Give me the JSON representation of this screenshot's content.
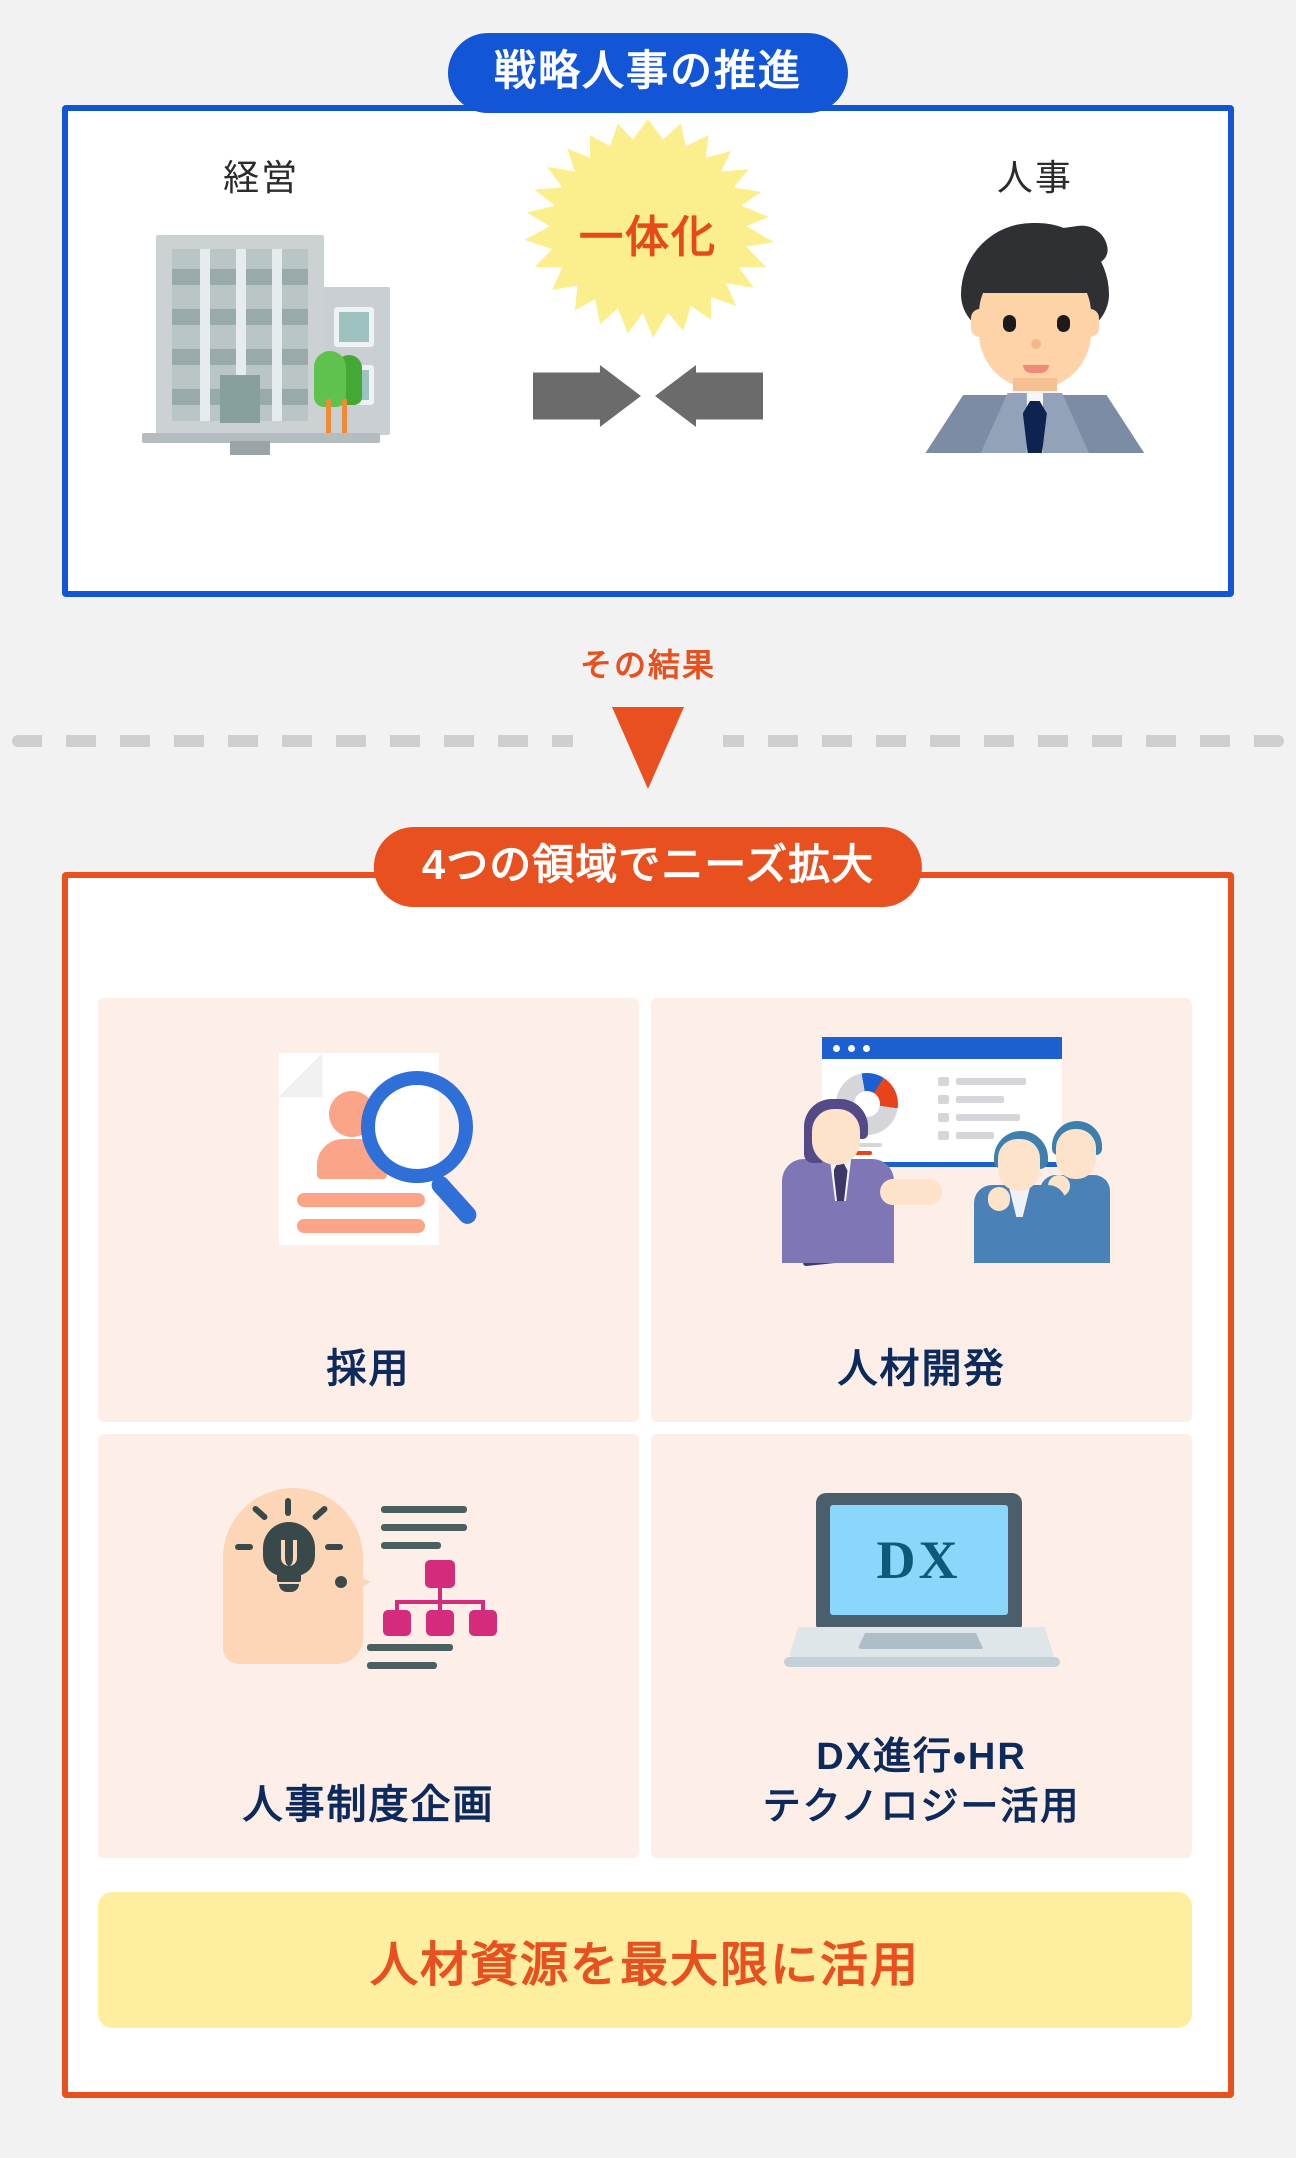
{
  "section1": {
    "title": "戦略人事の推進",
    "left_label": "経営",
    "right_label": "人事",
    "center_badge": "一体化",
    "left_icon": "office-building-icon",
    "right_icon": "businessman-icon",
    "arrow_right_icon": "arrow-right-icon",
    "arrow_left_icon": "arrow-left-icon",
    "accent_color": "#1255d6"
  },
  "connector": {
    "label": "その結果",
    "arrow_icon": "triangle-down-icon",
    "accent_color": "#e8501f",
    "divider_color": "#cfcfcf"
  },
  "section2": {
    "title": "4つの領域でニーズ拡大",
    "accent_color": "#e8501f",
    "card_bg": "#fdeee7",
    "label_color": "#0d2a5c",
    "cards": [
      {
        "label": "採用",
        "icon": "resume-magnifier-icon"
      },
      {
        "label": "人材開発",
        "icon": "presentation-meeting-icon"
      },
      {
        "label": "人事制度企画",
        "icon": "head-lightbulb-orgchart-icon"
      },
      {
        "label": "DX進行・HR\nテクノロジー活用",
        "label_line1": "DX進行・HR",
        "label_line2": "テクノロジー活用",
        "icon": "laptop-dx-icon",
        "screen_text": "DX"
      }
    ],
    "banner": {
      "text": "人材資源を最大限に活用",
      "bg": "#fdeea0",
      "text_color": "#e8501f"
    }
  }
}
